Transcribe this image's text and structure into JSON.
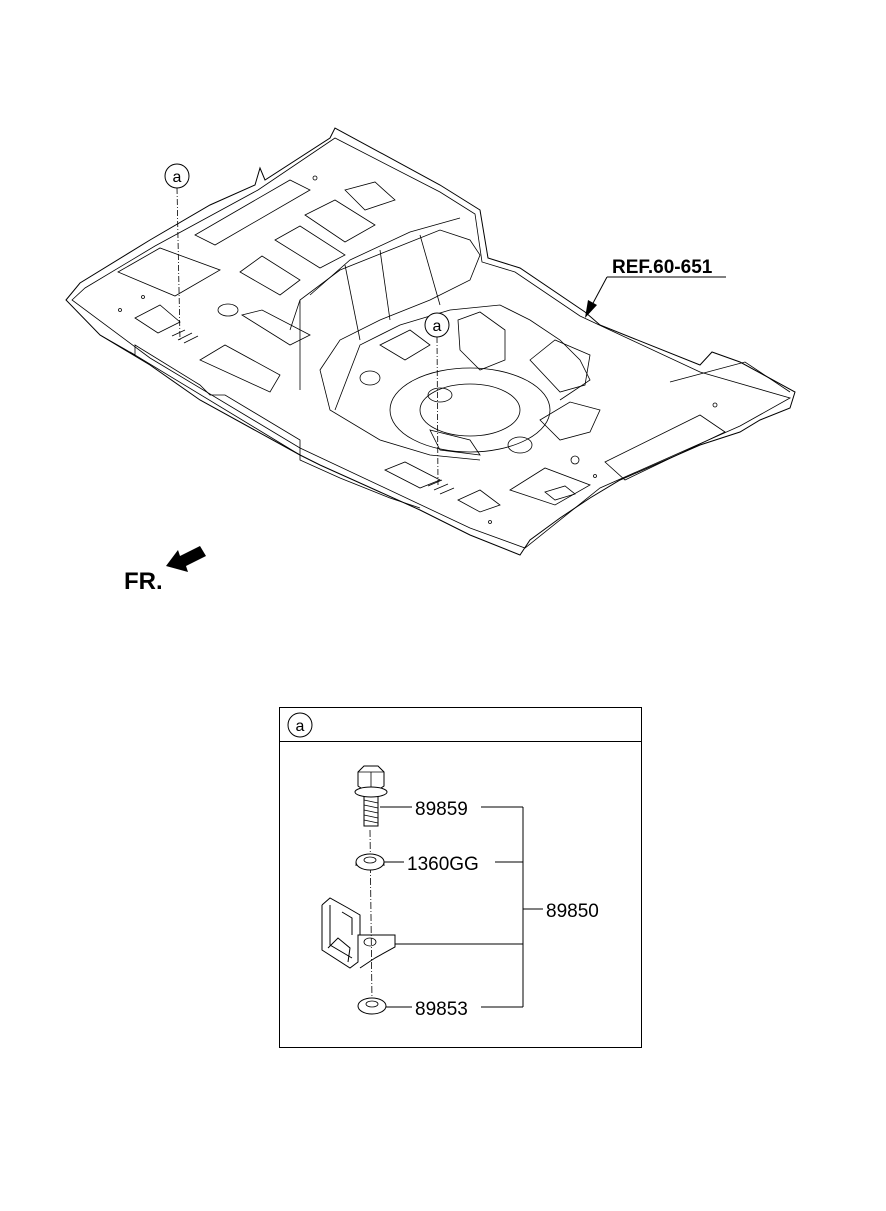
{
  "diagram": {
    "ref_label": "REF.60-651",
    "front_label": "FR.",
    "callout_marker": "a",
    "detail_box": {
      "marker": "a",
      "parts": {
        "bolt": "89859",
        "washer": "1360GG",
        "hook_assembly": "89850",
        "lower_washer": "89853"
      }
    }
  }
}
